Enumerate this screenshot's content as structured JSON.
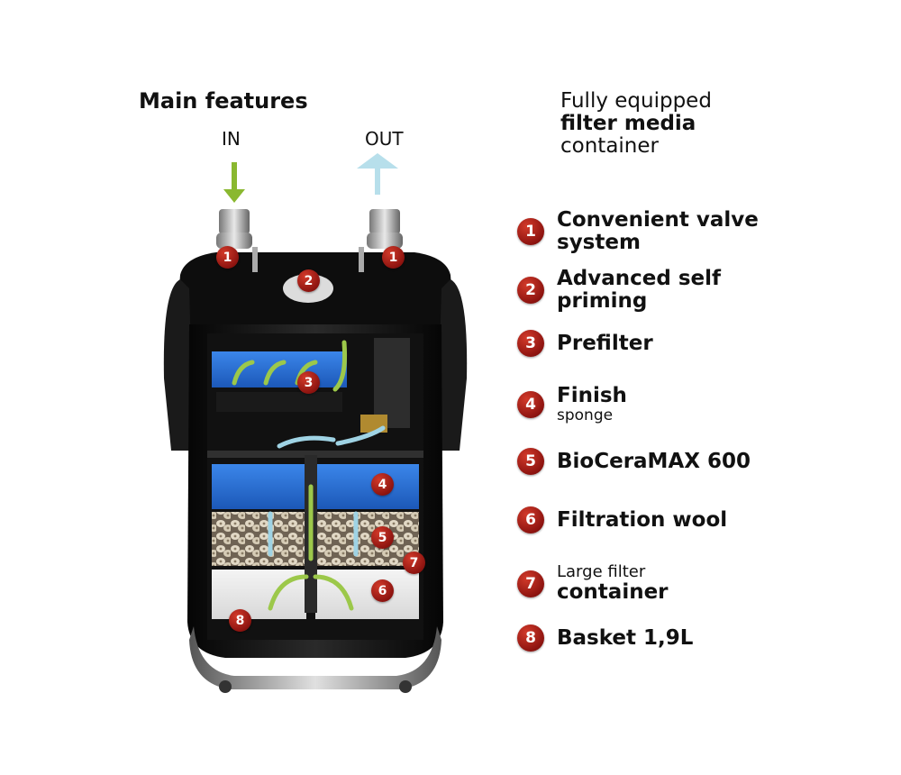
{
  "title": "Main features",
  "inlet_label": "IN",
  "outlet_label": "OUT",
  "subheading": {
    "line1": "Fully equipped",
    "line2": "filter media",
    "line3": "container"
  },
  "features": [
    {
      "number": "1",
      "line1": "Convenient valve",
      "line2": "system"
    },
    {
      "number": "2",
      "line1": "Advanced self",
      "line2": "priming"
    },
    {
      "number": "3",
      "line1": "Prefilter"
    },
    {
      "number": "4",
      "line1": "Finish",
      "line2": "sponge"
    },
    {
      "number": "5",
      "line1": "BioCeraMAX 600"
    },
    {
      "number": "6",
      "line1": "Filtration wool"
    },
    {
      "number": "7",
      "line1": "Large filter",
      "line2": "container"
    },
    {
      "number": "8",
      "line1": "Basket 1,9L"
    }
  ],
  "callouts": [
    "1",
    "1",
    "2",
    "3",
    "4",
    "5",
    "6",
    "7",
    "8"
  ],
  "colors": {
    "badge": "#9b1a14",
    "inlet_arrow": "#8ab830",
    "outlet_arrow": "#a8d8e8",
    "sponge": "#2c6fd6",
    "filter_body": "#121212"
  }
}
